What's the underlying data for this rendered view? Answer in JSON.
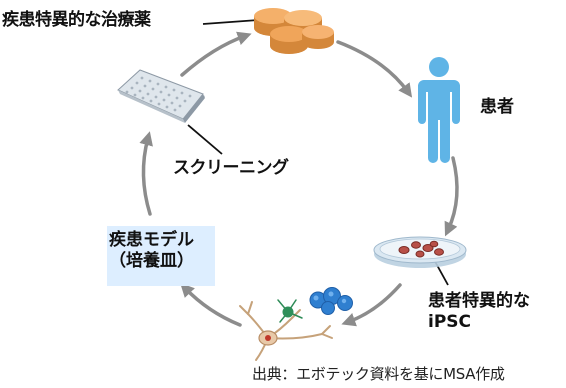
{
  "labels": {
    "drug": "疾患特異的な治療薬",
    "patient": "患者",
    "screening": "スクリーニング",
    "model_line1": "疾患モデル",
    "model_line2": "（培養皿）",
    "ipsc_line1": "患者特異的な",
    "ipsc_line2": "iPSC",
    "source": "出典：エボテック資料を基にMSA作成"
  },
  "colors": {
    "arrow": "#8c8c8c",
    "pill": "#f0a55a",
    "person": "#5fb4e6",
    "dish": "#c8dbe8",
    "cells": "#b85048",
    "neuron_blue": "#2f7fd0",
    "model_box": "#ddeeff"
  },
  "icons": [
    "pills-icon",
    "person-icon",
    "petri-dish-icon",
    "neuron-cells-icon",
    "well-plate-icon"
  ]
}
